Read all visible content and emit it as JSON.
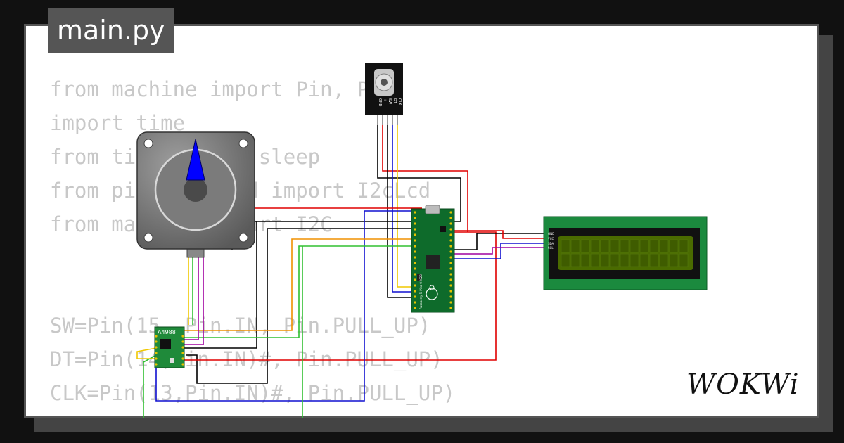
{
  "header": {
    "filename_tab": "main.py"
  },
  "code_lines": [
    "from machine import Pin, PWM",
    "import time",
    "from time import sleep",
    "from pico_i2c_lcd import I2cLcd",
    "from machine import I2C",
    "",
    "",
    "SW=Pin(15, Pin.IN, Pin.PULL_UP)",
    "DT=Pin(14,Pin.IN)#, Pin.PULL_UP)",
    "CLK=Pin(13,Pin.IN)#, Pin.PULL_UP)"
  ],
  "brand": {
    "logo_text": "WOKWi"
  },
  "components": {
    "encoder": {
      "pins": [
        "GND",
        "+",
        "SW",
        "DT",
        "CLK"
      ]
    },
    "driver": {
      "label": "A4988"
    },
    "pico": {
      "label": "Raspberry Pi Pico ©2020"
    },
    "lcd": {
      "pins": [
        "GND",
        "VCC",
        "SDA",
        "SCL"
      ]
    }
  },
  "colors": {
    "wire_black": "#000000",
    "wire_red": "#e00000",
    "wire_blue": "#1010d0",
    "wire_yellow": "#f0c800",
    "wire_green": "#30c030",
    "wire_orange": "#f09000",
    "wire_purple": "#a000a0",
    "pcb_green": "#1b7a33",
    "lcd_screen": "#4a6b00",
    "motor_needle": "#0000ff"
  }
}
